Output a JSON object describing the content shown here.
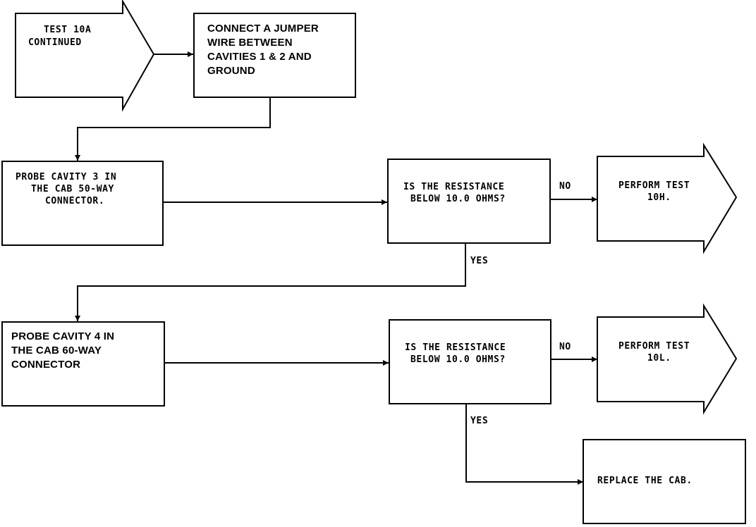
{
  "start": {
    "line1": "TEST 10A",
    "line2": "CONTINUED"
  },
  "jumper_box": {
    "line1": "CONNECT A JUMPER",
    "line2": "WIRE BETWEEN",
    "line3": "CAVITIES 1 & 2 AND",
    "line4": "GROUND"
  },
  "probe3_box": {
    "line1": "PROBE CAVITY 3 IN",
    "line2": "THE CAB 50-WAY",
    "line3": "CONNECTOR."
  },
  "question1": {
    "line1": "IS THE RESISTANCE",
    "line2": "BELOW 10.0 OHMS?"
  },
  "result1": {
    "line1": "PERFORM TEST",
    "line2": "10H."
  },
  "probe4_box": {
    "line1": "PROBE CAVITY 4 IN",
    "line2": "THE CAB 60-WAY",
    "line3": "CONNECTOR"
  },
  "question2": {
    "line1": "IS THE RESISTANCE",
    "line2": "BELOW 10.0 OHMS?"
  },
  "result2": {
    "line1": "PERFORM TEST",
    "line2": "10L."
  },
  "replace_box": {
    "line1": "REPLACE THE CAB."
  },
  "labels": {
    "no1": "NO",
    "yes1": "YES",
    "no2": "NO",
    "yes2": "YES"
  }
}
